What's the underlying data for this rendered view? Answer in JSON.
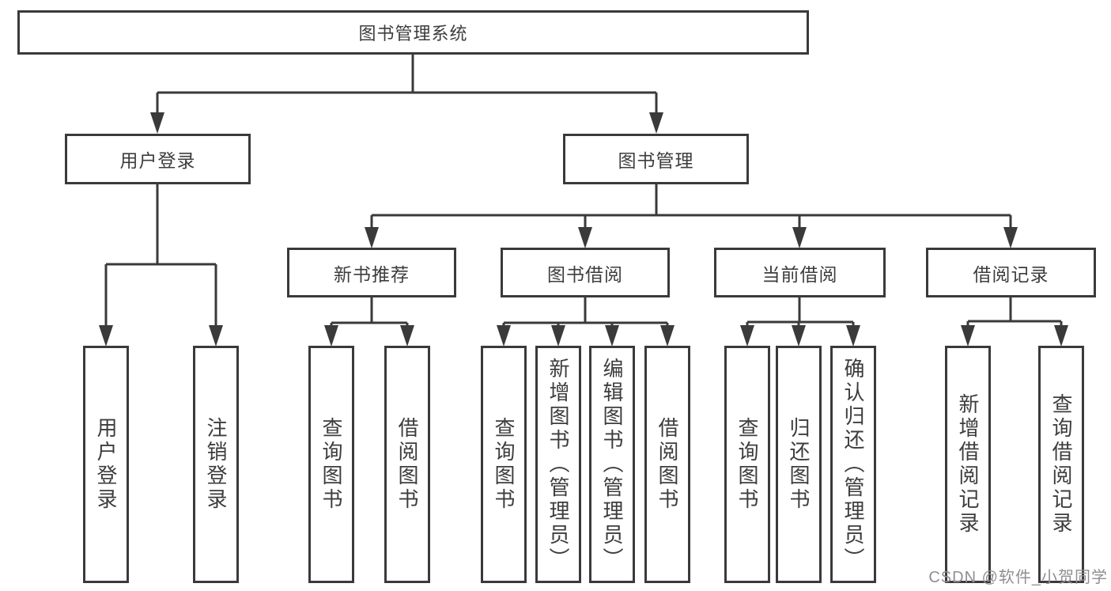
{
  "tree": {
    "title": "图书管理系统",
    "branches": [
      {
        "label": "用户登录",
        "children": [
          "用户登录",
          "注销登录"
        ]
      },
      {
        "label": "图书管理",
        "sections": [
          {
            "label": "新书推荐",
            "children": [
              "查询图书",
              "借阅图书"
            ]
          },
          {
            "label": "图书借阅",
            "children": [
              "查询图书",
              "新增图书（管理员）",
              "编辑图书（管理员）",
              "借阅图书"
            ]
          },
          {
            "label": "当前借阅",
            "children": [
              "查询图书",
              "归还图书",
              "确认归还（管理员）"
            ]
          },
          {
            "label": "借阅记录",
            "children": [
              "新增借阅记录",
              "查询借阅记录"
            ]
          }
        ]
      }
    ]
  },
  "watermark": {
    "text": "CSDN @软件_小贺同学"
  },
  "colors": {
    "line": "#3a3a3a",
    "text": "#3d3d3d",
    "watermark": "#8f8f8f",
    "background": "#ffffff"
  }
}
